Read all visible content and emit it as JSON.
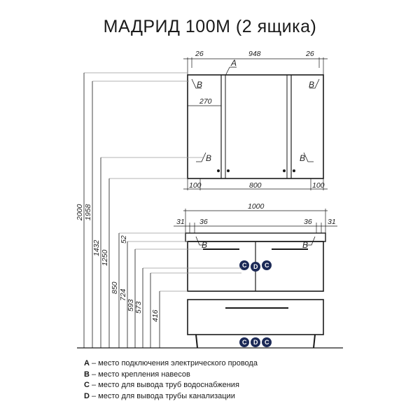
{
  "title": "МАДРИД 100М (2 ящика)",
  "mirror_cabinet": {
    "dim_left_margin": "26",
    "dim_width": "948",
    "dim_right_margin": "26",
    "dim_inner_door": "270",
    "dim_bottom_left": "100",
    "dim_bottom_mid": "800",
    "dim_bottom_right": "100",
    "label_a": "A",
    "label_b": "B"
  },
  "vanity": {
    "dim_width": "1000",
    "dim_left_edge": "31",
    "dim_left_inner": "36",
    "dim_right_inner": "36",
    "dim_right_edge": "31",
    "label_b": "B",
    "pipe_c": "C",
    "pipe_d": "D"
  },
  "heights": [
    "2000",
    "1958",
    "1432",
    "1250",
    "850",
    "724",
    "593",
    "573",
    "52",
    "416"
  ],
  "legend": [
    {
      "key": "A",
      "text": " – место подключения электрического провода"
    },
    {
      "key": "B",
      "text": " – место крепления навесов"
    },
    {
      "key": "C",
      "text": " – место для вывода труб водоснабжения"
    },
    {
      "key": "D",
      "text": " – место для вывода трубы канализации"
    }
  ],
  "colors": {
    "line": "#1a1a1a",
    "ext": "#9a9a9a",
    "pipe": "#1c2a57"
  }
}
